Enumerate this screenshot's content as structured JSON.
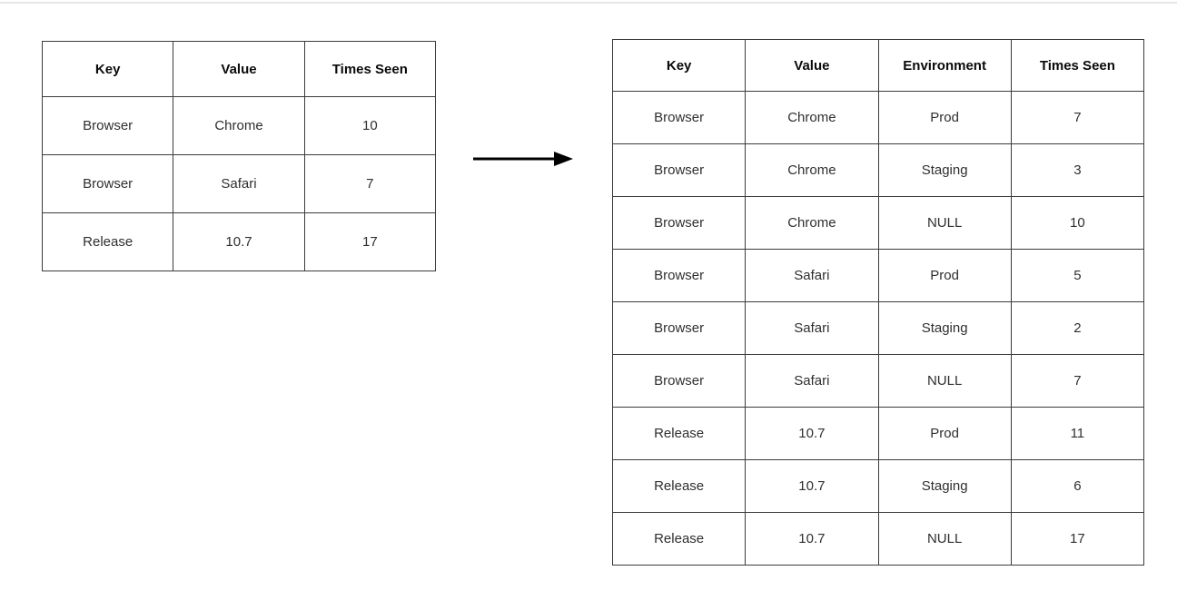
{
  "diagram": {
    "description_icon": "right-arrow-icon"
  },
  "colors": {
    "table_border": "#3b3b3b",
    "header_text": "#0a0a0a",
    "cell_text": "#2f2f2f",
    "null_text": "#e9e9e9",
    "arrow": "#000000",
    "top_line": "#e6e6e6",
    "background": "#ffffff"
  },
  "left_table": {
    "headers": [
      "Key",
      "Value",
      "Times Seen"
    ],
    "rows": [
      [
        "Browser",
        "Chrome",
        "10"
      ],
      [
        "Browser",
        "Safari",
        "7"
      ],
      [
        "Release",
        "10.7",
        "17"
      ]
    ]
  },
  "right_table": {
    "headers": [
      "Key",
      "Value",
      "Environment",
      "Times Seen"
    ],
    "rows": [
      [
        "Browser",
        "Chrome",
        "Prod",
        "7"
      ],
      [
        "Browser",
        "Chrome",
        "Staging",
        "3"
      ],
      [
        "Browser",
        "Chrome",
        "NULL",
        "10"
      ],
      [
        "Browser",
        "Safari",
        "Prod",
        "5"
      ],
      [
        "Browser",
        "Safari",
        "Staging",
        "2"
      ],
      [
        "Browser",
        "Safari",
        "NULL",
        "7"
      ],
      [
        "Release",
        "10.7",
        "Prod",
        "11"
      ],
      [
        "Release",
        "10.7",
        "Staging",
        "6"
      ],
      [
        "Release",
        "10.7",
        "NULL",
        "17"
      ]
    ]
  }
}
